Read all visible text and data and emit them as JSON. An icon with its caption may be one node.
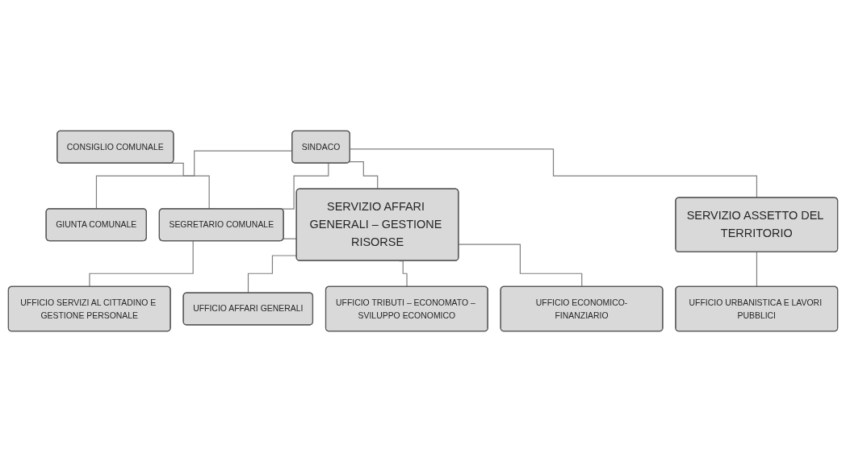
{
  "diagram": {
    "nodes": [
      {
        "text": [
          "CONSIGLIO COMUNALE"
        ]
      },
      {
        "text": [
          "SINDACO"
        ]
      },
      {
        "text": [
          "GIUNTA COMUNALE"
        ]
      },
      {
        "text": [
          "SEGRETARIO COMUNALE"
        ]
      },
      {
        "text": [
          "SERVIZIO AFFARI GENERALI – GESTIONE RISORSE"
        ]
      },
      {
        "text": [
          "SERVIZIO ASSETTO DEL TERRITORIO"
        ]
      },
      {
        "text": [
          "UFFICIO SERVIZI AL CITTADINO E GESTIONE PERSONALE"
        ]
      },
      {
        "text": [
          "UFFICIO AFFARI GENERALI"
        ]
      },
      {
        "text": [
          "UFFICIO TRIBUTI – ECONOMATO – SVILUPPO ECONOMICO"
        ]
      },
      {
        "text": [
          "UFFICIO ECONOMICO-FINANZIARIO"
        ]
      },
      {
        "text": [
          "UFFICIO URBANISTICA E LAVORI PUBBLICI"
        ]
      }
    ],
    "edges": [
      {
        "from": 0,
        "to": 3,
        "arrow": "none"
      },
      {
        "from": 1,
        "to": 2,
        "arrow": "none"
      },
      {
        "from": 1,
        "to": 3,
        "arrow": "none"
      },
      {
        "from": 1,
        "to": 4,
        "arrow": "none"
      },
      {
        "from": 1,
        "to": 5,
        "arrow": "none"
      },
      {
        "from": 4,
        "to": 6,
        "arrow": "none"
      },
      {
        "from": 4,
        "to": 7,
        "arrow": "none"
      },
      {
        "from": 4,
        "to": 8,
        "arrow": "none"
      },
      {
        "from": 4,
        "to": 9,
        "arrow": "none"
      },
      {
        "from": 5,
        "to": 10,
        "arrow": "none"
      }
    ]
  }
}
